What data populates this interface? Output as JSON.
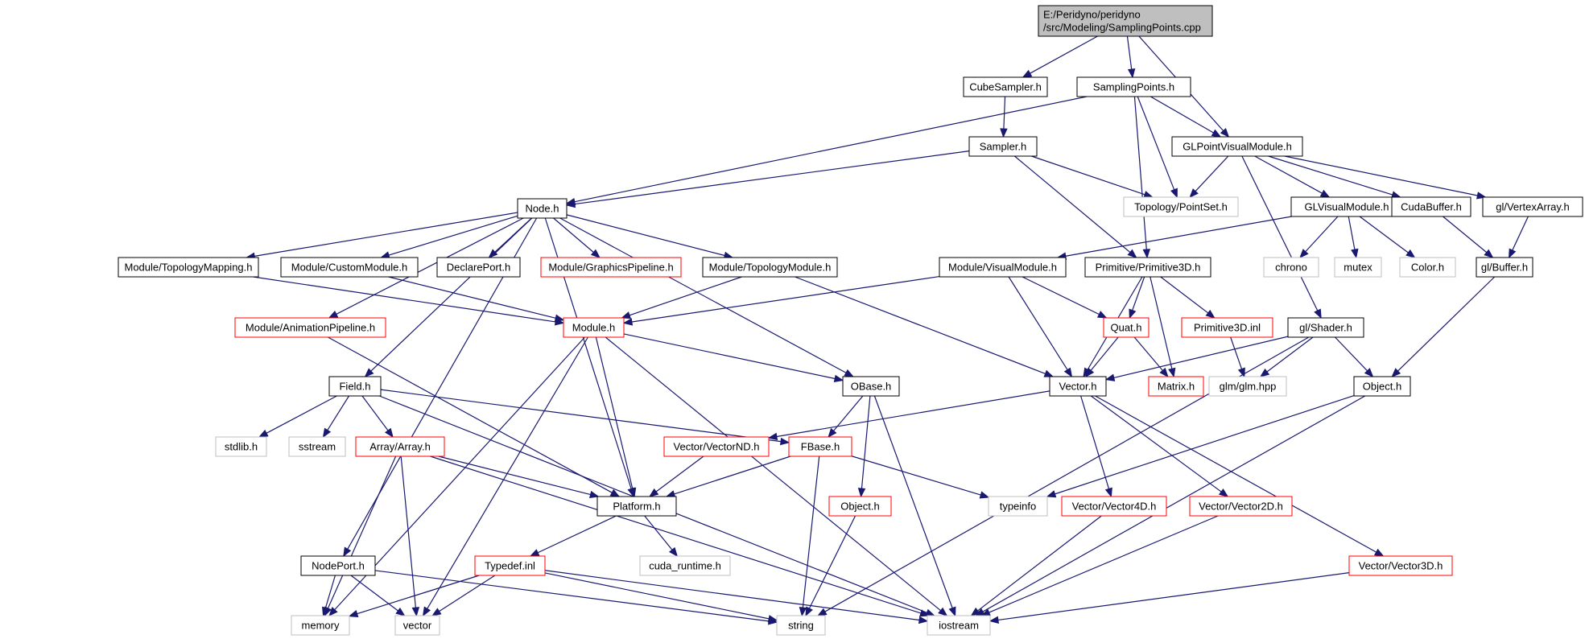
{
  "colors": {
    "edge": "#191970",
    "root_fill": "#bfbfbf",
    "documented_border": "#000000",
    "undocumented_border": "#bfbfbf",
    "has_children_border": "#ff0000",
    "node_fill": "#ffffff"
  },
  "nodes": [
    {
      "id": "root",
      "lines": [
        "E:/Peridyno/peridyno",
        "/src/Modeling/SamplingPoints.cpp"
      ],
      "kind": "root"
    },
    {
      "id": "cubesampler",
      "lines": [
        "CubeSampler.h"
      ],
      "kind": "documented"
    },
    {
      "id": "samplingpoints",
      "lines": [
        "SamplingPoints.h"
      ],
      "kind": "documented"
    },
    {
      "id": "glpointvisual",
      "lines": [
        "GLPointVisualModule.h"
      ],
      "kind": "documented"
    },
    {
      "id": "sampler",
      "lines": [
        "Sampler.h"
      ],
      "kind": "documented"
    },
    {
      "id": "node",
      "lines": [
        "Node.h"
      ],
      "kind": "documented"
    },
    {
      "id": "pointset",
      "lines": [
        "Topology/PointSet.h"
      ],
      "kind": "external"
    },
    {
      "id": "glvisual",
      "lines": [
        "GLVisualModule.h"
      ],
      "kind": "documented"
    },
    {
      "id": "cudabuffer",
      "lines": [
        "CudaBuffer.h"
      ],
      "kind": "documented"
    },
    {
      "id": "vertexarray",
      "lines": [
        "gl/VertexArray.h"
      ],
      "kind": "documented"
    },
    {
      "id": "topomapping",
      "lines": [
        "Module/TopologyMapping.h"
      ],
      "kind": "documented"
    },
    {
      "id": "custommodule",
      "lines": [
        "Module/CustomModule.h"
      ],
      "kind": "documented"
    },
    {
      "id": "declareport",
      "lines": [
        "DeclarePort.h"
      ],
      "kind": "documented"
    },
    {
      "id": "graphicspipe",
      "lines": [
        "Module/GraphicsPipeline.h"
      ],
      "kind": "red"
    },
    {
      "id": "topomodule",
      "lines": [
        "Module/TopologyModule.h"
      ],
      "kind": "documented"
    },
    {
      "id": "visualmodule",
      "lines": [
        "Module/VisualModule.h"
      ],
      "kind": "documented"
    },
    {
      "id": "primitive3d",
      "lines": [
        "Primitive/Primitive3D.h"
      ],
      "kind": "documented"
    },
    {
      "id": "chrono",
      "lines": [
        "chrono"
      ],
      "kind": "external"
    },
    {
      "id": "mutex",
      "lines": [
        "mutex"
      ],
      "kind": "external"
    },
    {
      "id": "color",
      "lines": [
        "Color.h"
      ],
      "kind": "external"
    },
    {
      "id": "glbuffer",
      "lines": [
        "gl/Buffer.h"
      ],
      "kind": "documented"
    },
    {
      "id": "animpipe",
      "lines": [
        "Module/AnimationPipeline.h"
      ],
      "kind": "red"
    },
    {
      "id": "module",
      "lines": [
        "Module.h"
      ],
      "kind": "red"
    },
    {
      "id": "quat",
      "lines": [
        "Quat.h"
      ],
      "kind": "red"
    },
    {
      "id": "primitive3dinl",
      "lines": [
        "Primitive3D.inl"
      ],
      "kind": "red"
    },
    {
      "id": "glshader",
      "lines": [
        "gl/Shader.h"
      ],
      "kind": "documented"
    },
    {
      "id": "field",
      "lines": [
        "Field.h"
      ],
      "kind": "documented"
    },
    {
      "id": "obase",
      "lines": [
        "OBase.h"
      ],
      "kind": "documented"
    },
    {
      "id": "vector",
      "lines": [
        "Vector.h"
      ],
      "kind": "documented"
    },
    {
      "id": "matrix",
      "lines": [
        "Matrix.h"
      ],
      "kind": "red"
    },
    {
      "id": "glm",
      "lines": [
        "glm/glm.hpp"
      ],
      "kind": "external"
    },
    {
      "id": "objecth",
      "lines": [
        "Object.h"
      ],
      "kind": "documented"
    },
    {
      "id": "stdlib",
      "lines": [
        "stdlib.h"
      ],
      "kind": "external"
    },
    {
      "id": "sstream",
      "lines": [
        "sstream"
      ],
      "kind": "external"
    },
    {
      "id": "array",
      "lines": [
        "Array/Array.h"
      ],
      "kind": "red"
    },
    {
      "id": "vectornd",
      "lines": [
        "Vector/VectorND.h"
      ],
      "kind": "red"
    },
    {
      "id": "fbase",
      "lines": [
        "FBase.h"
      ],
      "kind": "red"
    },
    {
      "id": "platform",
      "lines": [
        "Platform.h"
      ],
      "kind": "documented"
    },
    {
      "id": "objred",
      "lines": [
        "Object.h"
      ],
      "kind": "red"
    },
    {
      "id": "typeinfo",
      "lines": [
        "typeinfo"
      ],
      "kind": "external"
    },
    {
      "id": "vector4d",
      "lines": [
        "Vector/Vector4D.h"
      ],
      "kind": "red"
    },
    {
      "id": "vector2d",
      "lines": [
        "Vector/Vector2D.h"
      ],
      "kind": "red"
    },
    {
      "id": "cudaruntime",
      "lines": [
        "cuda_runtime.h"
      ],
      "kind": "external"
    },
    {
      "id": "nodeport",
      "lines": [
        "NodePort.h"
      ],
      "kind": "documented"
    },
    {
      "id": "typedefinl",
      "lines": [
        "Typedef.inl"
      ],
      "kind": "red"
    },
    {
      "id": "vector3d",
      "lines": [
        "Vector/Vector3D.h"
      ],
      "kind": "red"
    },
    {
      "id": "memory",
      "lines": [
        "memory"
      ],
      "kind": "external"
    },
    {
      "id": "vectorstd",
      "lines": [
        "vector"
      ],
      "kind": "external"
    },
    {
      "id": "string",
      "lines": [
        "string"
      ],
      "kind": "external"
    },
    {
      "id": "iostream",
      "lines": [
        "iostream"
      ],
      "kind": "external"
    }
  ],
  "edges": [
    [
      "root",
      "cubesampler"
    ],
    [
      "root",
      "samplingpoints"
    ],
    [
      "root",
      "glpointvisual"
    ],
    [
      "cubesampler",
      "sampler"
    ],
    [
      "samplingpoints",
      "node"
    ],
    [
      "samplingpoints",
      "glpointvisual"
    ],
    [
      "samplingpoints",
      "pointset"
    ],
    [
      "samplingpoints",
      "primitive3d"
    ],
    [
      "sampler",
      "node"
    ],
    [
      "sampler",
      "pointset"
    ],
    [
      "sampler",
      "primitive3d"
    ],
    [
      "glpointvisual",
      "pointset"
    ],
    [
      "glpointvisual",
      "glvisual"
    ],
    [
      "glpointvisual",
      "cudabuffer"
    ],
    [
      "glpointvisual",
      "vertexarray"
    ],
    [
      "glpointvisual",
      "glshader"
    ],
    [
      "node",
      "topomapping"
    ],
    [
      "node",
      "custommodule"
    ],
    [
      "node",
      "declareport"
    ],
    [
      "node",
      "graphicspipe"
    ],
    [
      "node",
      "topomodule"
    ],
    [
      "node",
      "animpipe"
    ],
    [
      "node",
      "field"
    ],
    [
      "node",
      "nodeport"
    ],
    [
      "node",
      "platform"
    ],
    [
      "node",
      "obase"
    ],
    [
      "glvisual",
      "visualmodule"
    ],
    [
      "glvisual",
      "chrono"
    ],
    [
      "glvisual",
      "mutex"
    ],
    [
      "glvisual",
      "color"
    ],
    [
      "cudabuffer",
      "glbuffer"
    ],
    [
      "vertexarray",
      "glbuffer"
    ],
    [
      "glbuffer",
      "objecth"
    ],
    [
      "topomapping",
      "module"
    ],
    [
      "custommodule",
      "module"
    ],
    [
      "topomodule",
      "module"
    ],
    [
      "topomodule",
      "vector"
    ],
    [
      "visualmodule",
      "module"
    ],
    [
      "visualmodule",
      "quat"
    ],
    [
      "visualmodule",
      "vector"
    ],
    [
      "primitive3d",
      "quat"
    ],
    [
      "primitive3d",
      "primitive3dinl"
    ],
    [
      "primitive3d",
      "matrix"
    ],
    [
      "primitive3d",
      "vector"
    ],
    [
      "animpipe",
      "platform"
    ],
    [
      "module",
      "obase"
    ],
    [
      "module",
      "platform"
    ],
    [
      "module",
      "iostream"
    ],
    [
      "module",
      "memory"
    ],
    [
      "module",
      "vectorstd"
    ],
    [
      "quat",
      "vector"
    ],
    [
      "quat",
      "matrix"
    ],
    [
      "primitive3dinl",
      "glm"
    ],
    [
      "glshader",
      "vector"
    ],
    [
      "glshader",
      "glm"
    ],
    [
      "glshader",
      "objecth"
    ],
    [
      "glshader",
      "string"
    ],
    [
      "objecth",
      "typeinfo"
    ],
    [
      "objecth",
      "iostream"
    ],
    [
      "field",
      "stdlib"
    ],
    [
      "field",
      "sstream"
    ],
    [
      "field",
      "array"
    ],
    [
      "field",
      "fbase"
    ],
    [
      "field",
      "iostream"
    ],
    [
      "obase",
      "fbase"
    ],
    [
      "obase",
      "objred"
    ],
    [
      "obase",
      "iostream"
    ],
    [
      "vector",
      "vectornd"
    ],
    [
      "vector",
      "vector4d"
    ],
    [
      "vector",
      "vector2d"
    ],
    [
      "vector",
      "vector3d"
    ],
    [
      "array",
      "platform"
    ],
    [
      "array",
      "memory"
    ],
    [
      "array",
      "vectorstd"
    ],
    [
      "array",
      "iostream"
    ],
    [
      "vectornd",
      "platform"
    ],
    [
      "fbase",
      "platform"
    ],
    [
      "fbase",
      "typeinfo"
    ],
    [
      "fbase",
      "string"
    ],
    [
      "platform",
      "typedefinl"
    ],
    [
      "platform",
      "cudaruntime"
    ],
    [
      "objred",
      "string"
    ],
    [
      "vector4d",
      "iostream"
    ],
    [
      "vector2d",
      "iostream"
    ],
    [
      "vector3d",
      "iostream"
    ],
    [
      "nodeport",
      "memory"
    ],
    [
      "nodeport",
      "vectorstd"
    ],
    [
      "nodeport",
      "string"
    ],
    [
      "typedefinl",
      "memory"
    ],
    [
      "typedefinl",
      "vectorstd"
    ],
    [
      "typedefinl",
      "string"
    ],
    [
      "typedefinl",
      "iostream"
    ]
  ]
}
